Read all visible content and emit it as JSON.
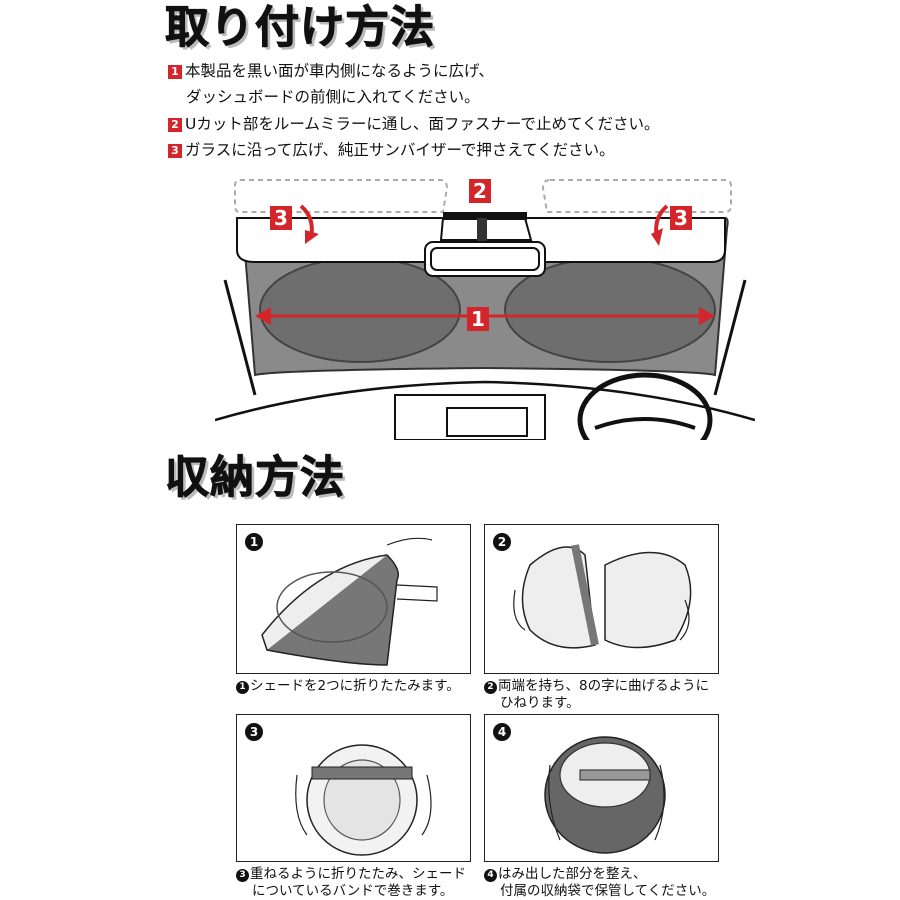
{
  "install": {
    "title": "取り付け方法",
    "steps": [
      {
        "num": "1",
        "line1": "本製品を黒い面が車内側になるように広げ、",
        "line2": "ダッシュボードの前側に入れてください。"
      },
      {
        "num": "2",
        "line1": "Uカット部をルームミラーに通し、面ファスナーで止めてください。"
      },
      {
        "num": "3",
        "line1": "ガラスに沿って広げ、純正サンバイザーで押さえてください。"
      }
    ],
    "diagram_labels": {
      "n1": "1",
      "n2": "2",
      "n3_left": "3",
      "n3_right": "3"
    },
    "accent_color": "#d4262a"
  },
  "storage": {
    "title": "収納方法",
    "panels": [
      {
        "num": "1",
        "caption1": "シェードを2つに折りたたみます。",
        "caption2": ""
      },
      {
        "num": "2",
        "caption1": "両端を持ち、8の字に曲げるように",
        "caption2": "ひねります。"
      },
      {
        "num": "3",
        "caption1": "重ねるように折りたたみ、シェード",
        "caption2": "についているバンドで巻きます。"
      },
      {
        "num": "4",
        "caption1": "はみ出した部分を整え、",
        "caption2": "付属の収納袋で保管してください。"
      }
    ]
  }
}
